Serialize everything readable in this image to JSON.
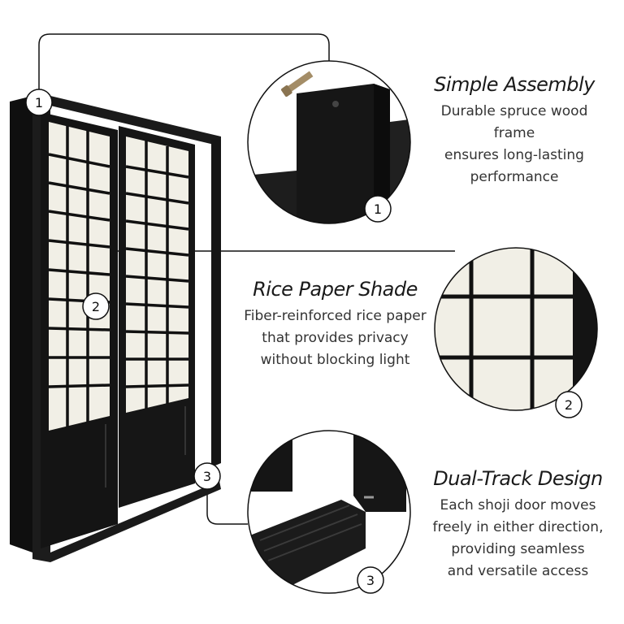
{
  "features": [
    {
      "title": "Simple Assembly",
      "lines": [
        "Durable spruce wood frame",
        "ensures long-lasting",
        "performance"
      ]
    },
    {
      "title": "Rice Paper Shade",
      "lines": [
        "Fiber-reinforced rice paper",
        "that provides privacy",
        "without blocking light"
      ]
    },
    {
      "title": "Dual-Track Design",
      "lines": [
        "Each shoji door moves",
        "freely in either direction,",
        "providing seamless",
        "and versatile access"
      ]
    }
  ],
  "callouts": {
    "one": "1",
    "two": "2",
    "three": "3"
  },
  "colors": {
    "frame": "#111111",
    "paper": "#f1efe6",
    "line": "#000000"
  }
}
